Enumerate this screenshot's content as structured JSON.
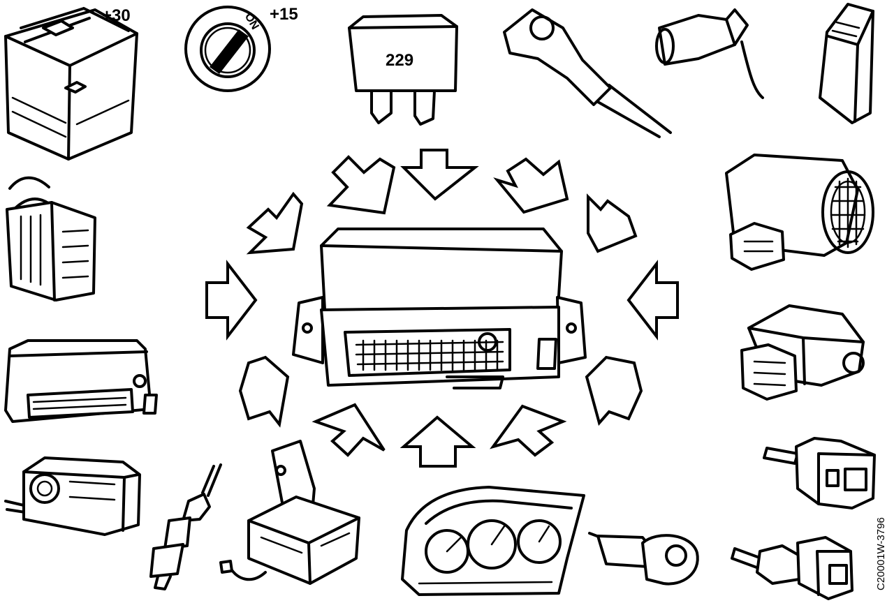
{
  "battery": {
    "label": "+30"
  },
  "ignition": {
    "label": "+15",
    "key_text": "ON"
  },
  "relay": {
    "number": "229"
  },
  "figure": {
    "code": "C20001W-3796"
  },
  "colors": {
    "ink": "#000000",
    "paper": "#ffffff"
  }
}
